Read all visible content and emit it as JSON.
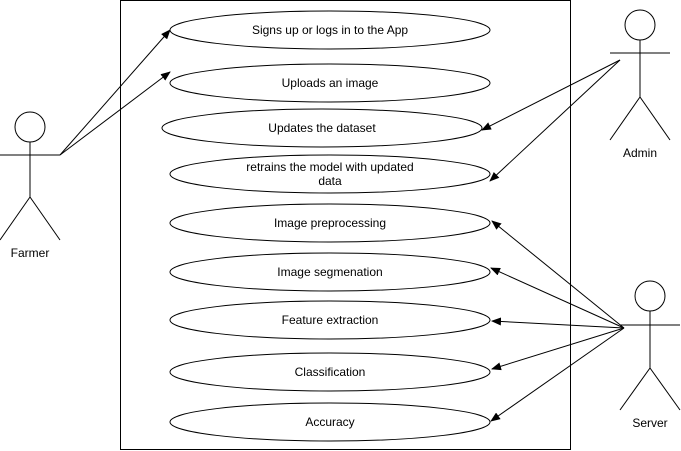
{
  "actors": {
    "farmer": "Farmer",
    "admin": "Admin",
    "server": "Server"
  },
  "use_cases": [
    {
      "id": "signup",
      "lines": [
        "Signs up or logs in to the App"
      ]
    },
    {
      "id": "upload",
      "lines": [
        "Uploads an image"
      ]
    },
    {
      "id": "update-dataset",
      "lines": [
        "Updates the dataset"
      ]
    },
    {
      "id": "retrain",
      "lines": [
        "retrains the model with updated",
        "data"
      ]
    },
    {
      "id": "preprocess",
      "lines": [
        "Image preprocessing"
      ]
    },
    {
      "id": "segmentation",
      "lines": [
        "Image segmenation"
      ]
    },
    {
      "id": "feature-extraction",
      "lines": [
        "Feature extraction"
      ]
    },
    {
      "id": "classification",
      "lines": [
        "Classification"
      ]
    },
    {
      "id": "accuracy",
      "lines": [
        "Accuracy"
      ]
    }
  ],
  "associations": [
    {
      "from": "farmer",
      "to": "signup"
    },
    {
      "from": "farmer",
      "to": "upload"
    },
    {
      "from": "admin",
      "to": "update-dataset"
    },
    {
      "from": "admin",
      "to": "retrain"
    },
    {
      "from": "server",
      "to": "preprocess"
    },
    {
      "from": "server",
      "to": "segmentation"
    },
    {
      "from": "server",
      "to": "feature-extraction"
    },
    {
      "from": "server",
      "to": "classification"
    },
    {
      "from": "server",
      "to": "accuracy"
    }
  ],
  "colors": {
    "stroke": "#000000",
    "fill": "#ffffff"
  }
}
